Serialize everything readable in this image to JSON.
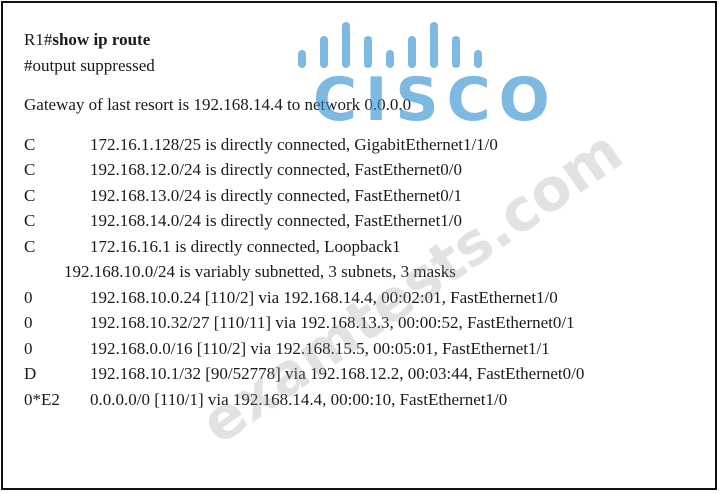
{
  "command": {
    "prompt": "R1#",
    "text": "show ip route"
  },
  "suppressed": "#output suppressed",
  "gateway": "Gateway of last resort is 192.168.14.4 to network 0.0.0.0",
  "routes_connected": [
    {
      "code": "C",
      "text": "172.16.1.128/25 is directly connected, GigabitEthernet1/1/0"
    },
    {
      "code": "C",
      "text": "192.168.12.0/24 is directly connected, FastEthernet0/0"
    },
    {
      "code": "C",
      "text": "192.168.13.0/24 is directly connected, FastEthernet0/1"
    },
    {
      "code": "C",
      "text": "192.168.14.0/24 is directly connected, FastEthernet1/0"
    },
    {
      "code": "C",
      "text": "172.16.16.1 is directly connected, Loopback1"
    }
  ],
  "subnetted": "192.168.10.0/24 is variably subnetted, 3 subnets, 3 masks",
  "routes_learned": [
    {
      "code": "0",
      "text": "192.168.10.0.24 [110/2] via 192.168.14.4, 00:02:01, FastEthernet1/0"
    },
    {
      "code": "0",
      "text": "192.168.10.32/27 [110/11] via 192.168.13.3, 00:00:52, FastEthernet0/1"
    },
    {
      "code": "0",
      "text": "192.168.0.0/16 [110/2] via 192.168.15.5, 00:05:01, FastEthernet1/1"
    },
    {
      "code": "D",
      "text": "192.168.10.1/32 [90/52778] via 192.168.12.2, 00:03:44, FastEthernet0/0"
    },
    {
      "code": "0*E2",
      "text": "0.0.0.0/0 [110/1] via 192.168.14.4, 00:00:10, FastEthernet1/0"
    }
  ],
  "watermark": {
    "logo_text": "CISCO",
    "site_text": "examtests.com",
    "logo_color": "#2e8fd0"
  }
}
